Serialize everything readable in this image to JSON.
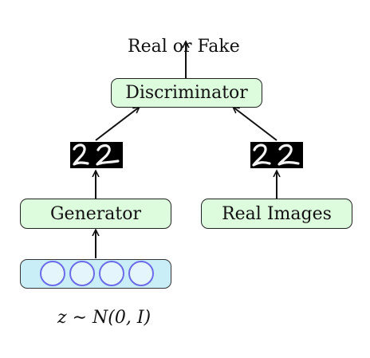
{
  "output_label": "Real or Fake",
  "discriminator": {
    "label": "Discriminator"
  },
  "generator": {
    "label": "Generator"
  },
  "real_images": {
    "label": "Real Images"
  },
  "noise": {
    "label": "z ∼ N(0, I)",
    "units": 4
  },
  "colors": {
    "box_fill": "#ddfbdd",
    "latent_fill": "#c9eef8",
    "latent_circle": "#6b6bea",
    "digit_background": "#000000"
  }
}
